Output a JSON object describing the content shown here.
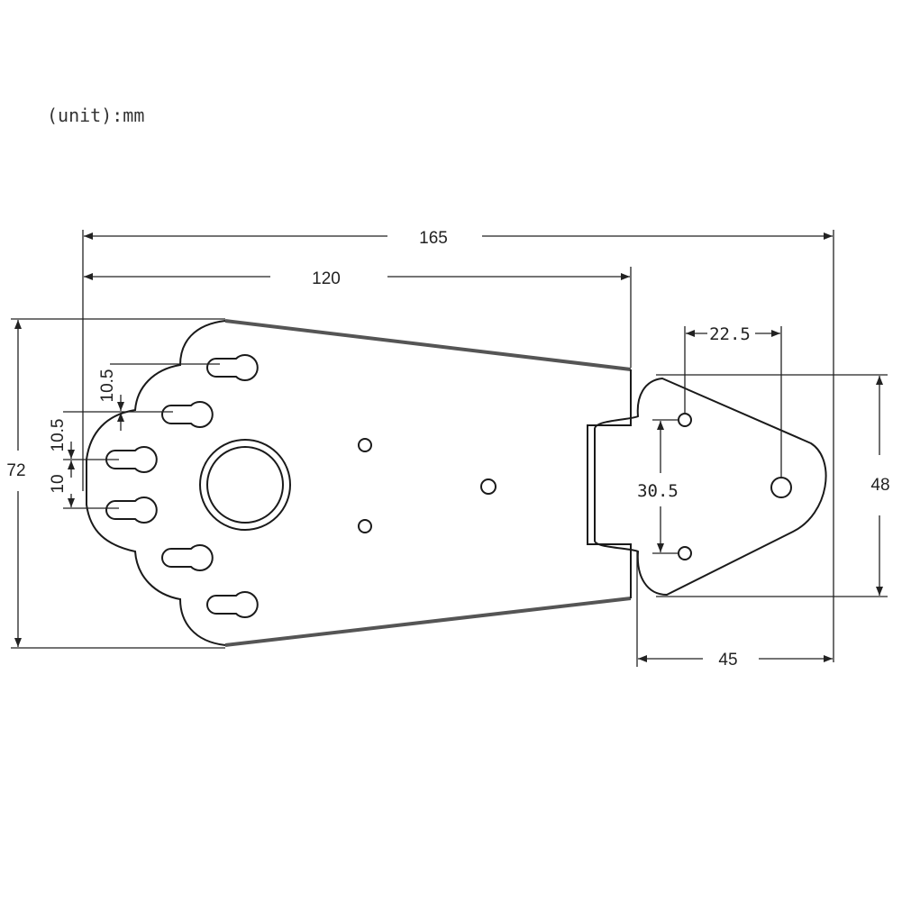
{
  "unit_label": "(unit):mm",
  "dimensions": {
    "overall_length": "165",
    "plate_length": "120",
    "plate_height": "72",
    "hole_spacing_top": "10.5",
    "hole_spacing_mid": "10.5",
    "hole_spacing_bottom": "10",
    "tail_hole_spacing": "30.5",
    "tail_hole_offset": "22.5",
    "tail_height": "48",
    "tail_length": "45"
  }
}
